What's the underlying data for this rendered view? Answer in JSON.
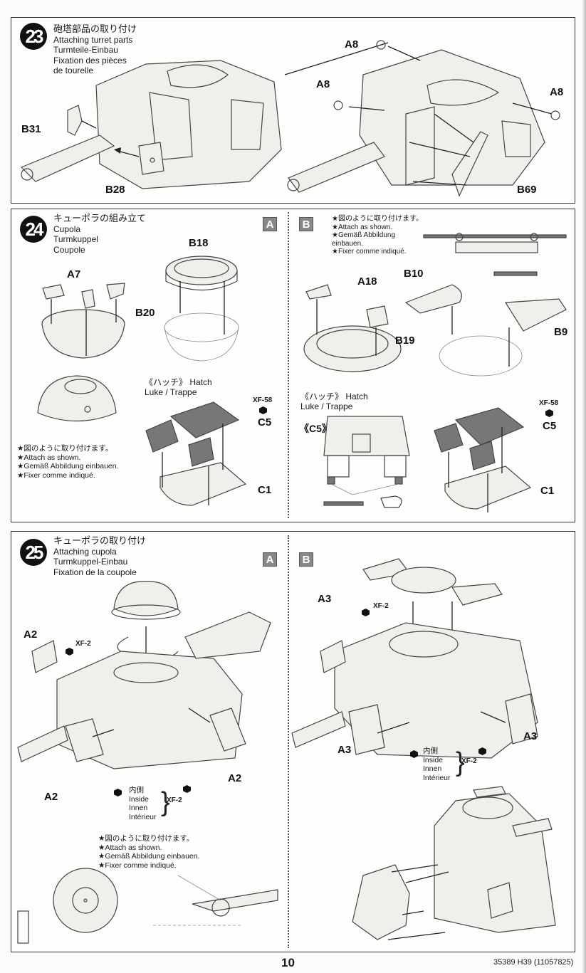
{
  "steps": [
    {
      "number": "23",
      "title": {
        "jp": "砲塔部品の取り付け",
        "en": "Attaching turret parts",
        "de": "Turmteile-Einbau",
        "fr1": "Fixation des pièces",
        "fr2": "de tourelle"
      },
      "parts": [
        "B31",
        "B28",
        "A8",
        "A8",
        "A8",
        "B69"
      ]
    },
    {
      "number": "24",
      "title": {
        "jp": "キューポラの組み立て",
        "en": "Cupola",
        "de": "Turmkuppel",
        "fr": "Coupole"
      },
      "variant_a": {
        "badge": "A",
        "parts": [
          "A7",
          "B18",
          "B20",
          "C5",
          "C1"
        ],
        "note": [
          "★図のように取り付けます。",
          "★Attach as shown.",
          "★Gemäß Abbildung einbauen.",
          "★Fixer comme indiqué."
        ],
        "hatch": {
          "jp_en": "《ハッチ》 Hatch",
          "de_fr": "Luke / Trappe"
        },
        "paint": "XF-58"
      },
      "variant_b": {
        "badge": "B",
        "parts": [
          "A18",
          "B10",
          "B19",
          "B9",
          "C5",
          "C1"
        ],
        "note": [
          "★図のように取り付けます。",
          "★Attach as shown.",
          "★Gemäß Abbildung",
          "einbauen.",
          "★Fixer comme indiqué."
        ],
        "hatch": {
          "jp_en": "《ハッチ》 Hatch",
          "de_fr": "Luke / Trappe"
        },
        "detail_label": "《C5》",
        "paint": "XF-58"
      }
    },
    {
      "number": "25",
      "title": {
        "jp": "キューポラの取り付け",
        "en": "Attaching cupola",
        "de": "Turmkuppel-Einbau",
        "fr": "Fixation de la coupole"
      },
      "variant_a": {
        "badge": "A",
        "parts": [
          "A2",
          "A2",
          "A2"
        ],
        "paint": "XF-2",
        "inside": [
          "内側",
          "Inside",
          "Innen",
          "Intérieur"
        ],
        "inside_paint": "XF-2",
        "note": [
          "★図のように取り付けます。",
          "★Attach as shown.",
          "★Gemäß Abbildung einbauen.",
          "★Fixer comme indiqué."
        ]
      },
      "variant_b": {
        "badge": "B",
        "parts": [
          "A3",
          "A3",
          "A3"
        ],
        "paint": "XF-2",
        "inside": [
          "内側",
          "Inside",
          "Innen",
          "Intérieur"
        ],
        "inside_paint": "XF-2"
      }
    }
  ],
  "footer": {
    "page": "10",
    "code": "35389  H39 (11057825)"
  }
}
